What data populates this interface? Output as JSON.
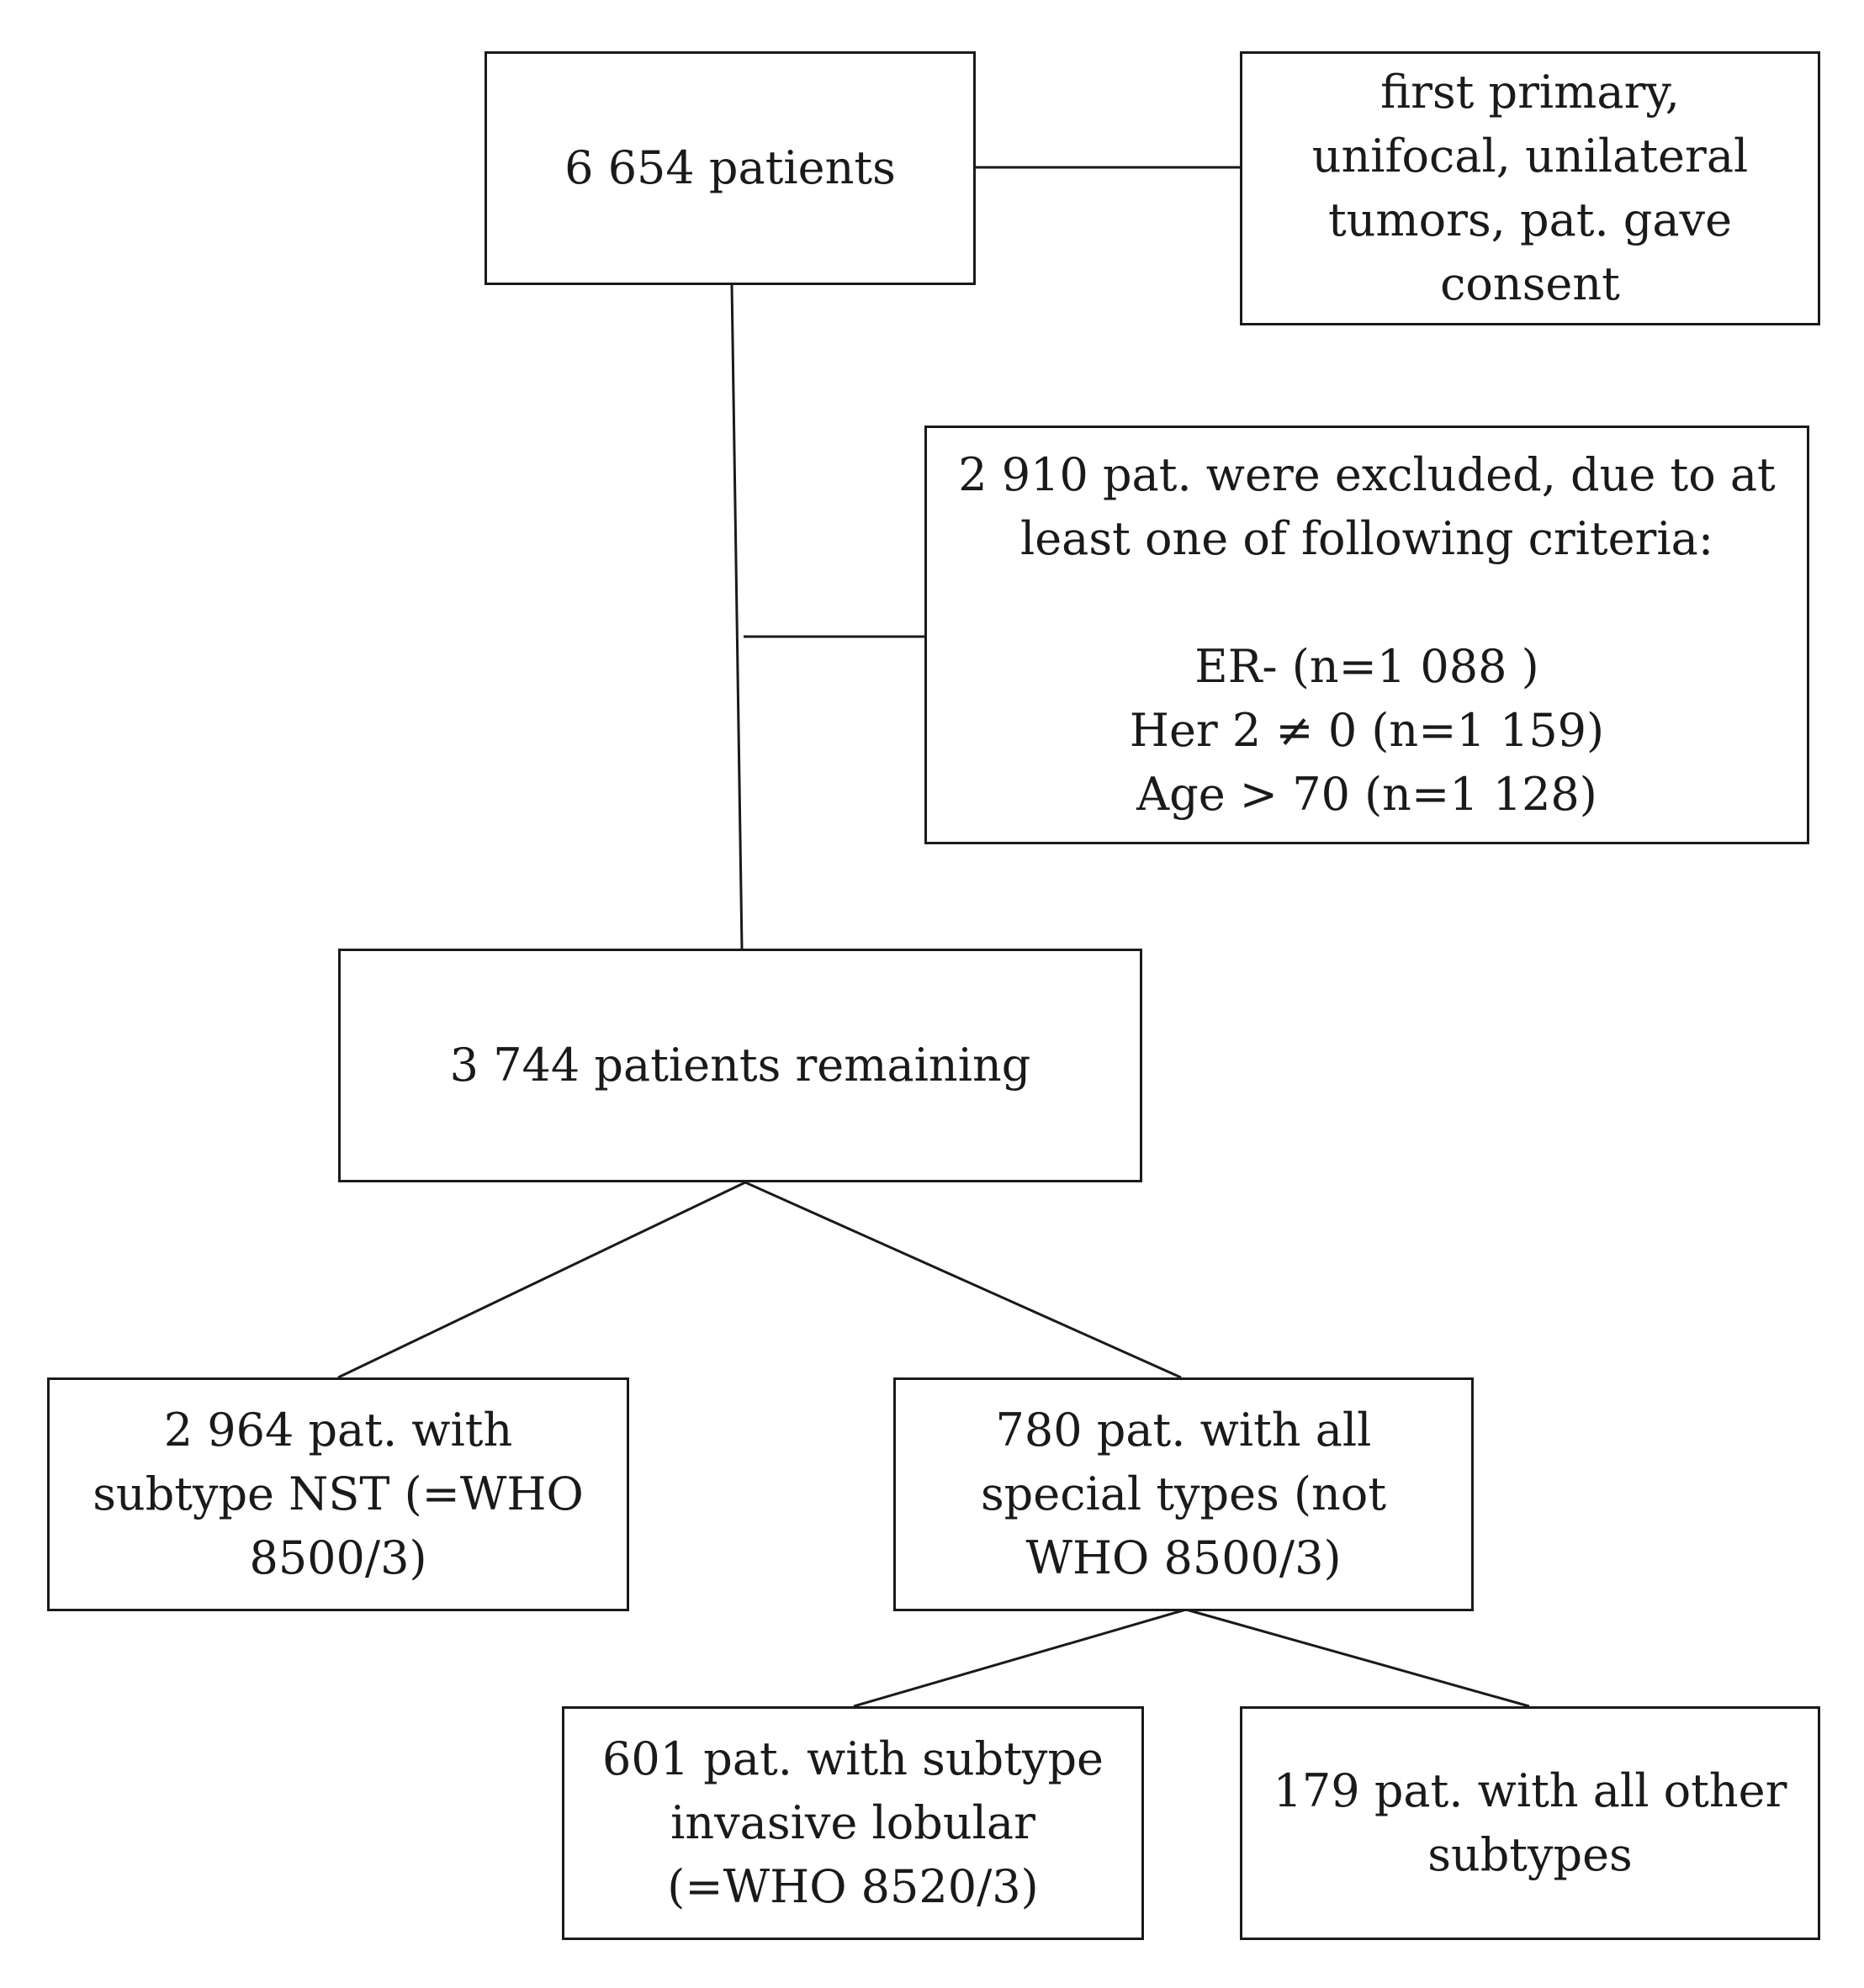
{
  "nodes": {
    "total": {
      "lines": [
        "6 654 patients"
      ]
    },
    "inclusion": {
      "lines": [
        "first primary,",
        "unifocal, unilateral",
        "tumors, pat. gave",
        "consent"
      ]
    },
    "excluded": {
      "lines": [
        "2 910 pat. were excluded, due to at",
        "least one of following criteria:"
      ],
      "criteria": [
        "ER- (n=1 088 )",
        "Her 2 ≠ 0 (n=1 159)",
        "Age > 70 (n=1 128)"
      ]
    },
    "remaining": {
      "lines": [
        "3 744 patients remaining"
      ]
    },
    "nst": {
      "lines": [
        "2 964 pat. with",
        "subtype NST (=WHO",
        "8500/3)"
      ]
    },
    "special": {
      "lines": [
        "780 pat. with all",
        "special types (not",
        "WHO 8500/3)"
      ]
    },
    "lobular": {
      "lines": [
        "601 pat. with subtype",
        "invasive lobular",
        "(=WHO 8520/3)"
      ]
    },
    "other": {
      "lines": [
        "179 pat. with all other",
        "subtypes"
      ]
    }
  }
}
